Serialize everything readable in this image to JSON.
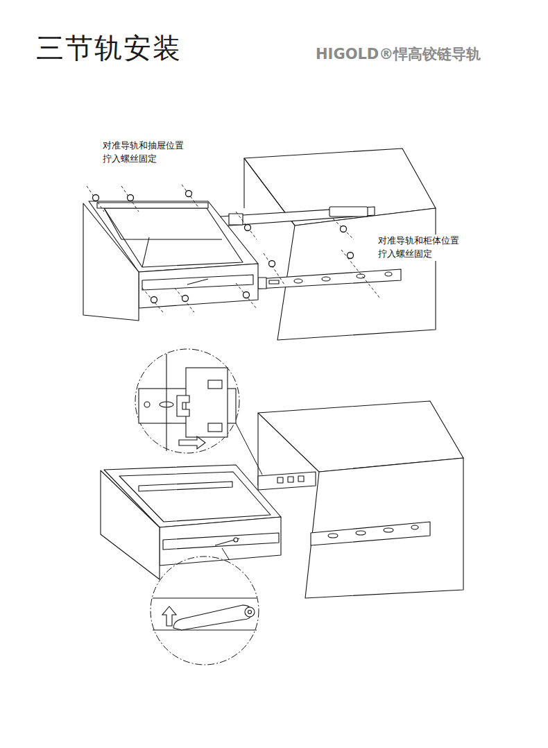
{
  "diagram": {
    "title": "三节轨安装",
    "labels": [
      "HIGOLD®悍高铰链导轨",
      "对准导轨和抽屉位置 拧入螺丝固定",
      "对准导轨和柜体位置 拧入螺丝固定"
    ]
  }
}
